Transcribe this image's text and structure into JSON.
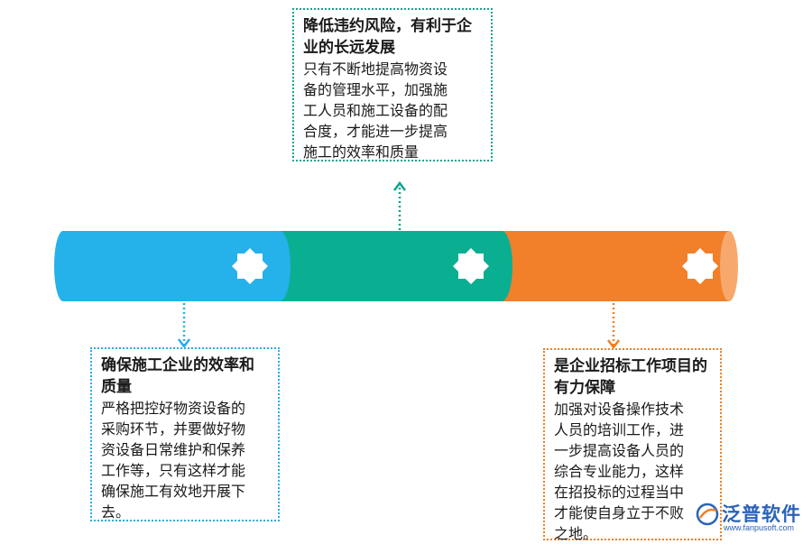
{
  "cards": {
    "top": {
      "title": "降低违约风险，有利于企业的长远发展",
      "lines": [
        "只有不断地提高物资设",
        "备的管理水平，加强施",
        "工人员和施工设备的配",
        "合度，才能进一步提高",
        "施工的效率和质量"
      ]
    },
    "left": {
      "title": "确保施工企业的效率和质量",
      "lines": [
        "严格把控好物资设备的",
        "采购环节，并要做好物",
        "资设备日常维护和保养",
        "工作等，只有这样才能",
        "确保施工有效地开展下",
        "去。"
      ]
    },
    "right": {
      "title": "是企业招标工作项目的有力保障",
      "lines": [
        "加强对设备操作技术",
        "人员的培训工作，进",
        "一步提高设备人员的",
        "综合专业能力，这样",
        "在招投标的过程当中",
        "才能使自身立于不败",
        "之地。"
      ]
    }
  },
  "segments": [
    {
      "color": "#25b1ea",
      "name": "blue"
    },
    {
      "color": "#0aaf92",
      "name": "green"
    },
    {
      "color": "#f27f2a",
      "name": "orange"
    }
  ],
  "logo": {
    "text": "泛普软件",
    "url": "www.fanpusoft.com"
  }
}
